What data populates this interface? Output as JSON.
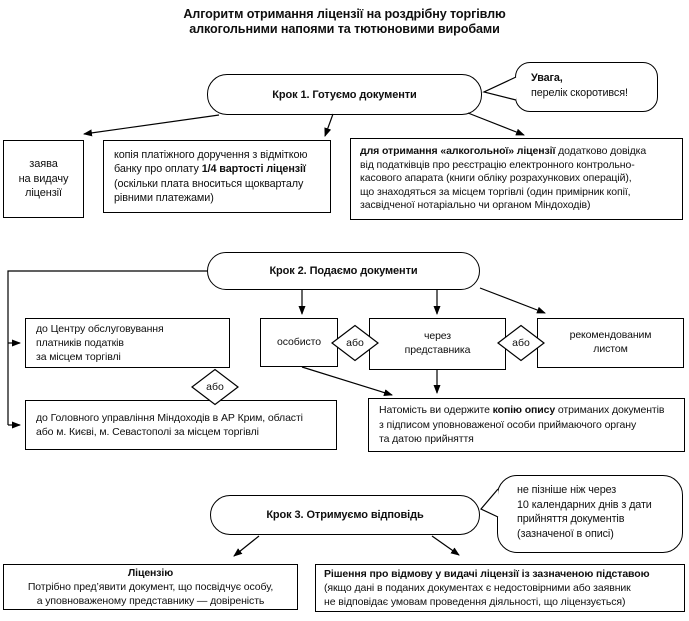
{
  "title": {
    "line1": "Алгоритм отримання ліцензії на роздрібну торгівлю",
    "line2": "алкогольними напоями та тютюновими виробами"
  },
  "step1": {
    "label": "Крок 1. Готуємо документи",
    "note": {
      "bold": "Увага,",
      "rest": "перелік скоротився!"
    },
    "application_box": "заява\nна видачу\nліцензії",
    "payment_box": {
      "pre": "копія платіжного доручення з відміткою\nбанку про оплату ",
      "bold": "1/4 вартості ліцензії",
      "post": "\n(оскільки плата вноситься щокварталу\nрівними платежами)"
    },
    "alcohol_box": {
      "bold": "для отримання «алкогольної» ліцензії",
      "post": " додатково довідка\nвід податківців про реєстрацію електронного контрольно-\nкасового апарата (книги обліку розрахункових операцій),\nщо знаходяться за місцем торгівлі (один примірник копії,\nзасвідченої нотаріально чи органом Міндоходів)"
    }
  },
  "step2": {
    "label": "Крок 2. Подаємо документи",
    "center_box": "до Центру обслуговування\nплатників податків\nза місцем торгівлі",
    "or1": "або",
    "main_office_box": "до Головного управління Міндоходів в АР Крим, області\nабо м. Києві, м. Севастополі за місцем торгівлі",
    "in_person_box": "особисто",
    "or2": "або",
    "representative_box": "через\nпредставника",
    "or3": "або",
    "mail_box": "рекомендованим\nлистом",
    "receipt_box": {
      "pre": "Натомість ви одержите ",
      "bold": "копію опису",
      "post": " отриманих документів\nз підписом уповноваженої особи приймаючого органу\nта датою прийняття"
    }
  },
  "step3": {
    "label": "Крок 3. Отримуємо відповідь",
    "note": "не пізніше ніж через\n10 календарних днів з дати\nприйняття документів\n(зазначеної в описі)",
    "license_box": {
      "bold": "Ліцензію",
      "rest": "Потрібно пред’явити документ, що посвідчує особу,\nа уповноваженому представнику — довіреність"
    },
    "refusal_box": {
      "bold": "Рішення про відмову у видачі ліцензії із зазначеною підставою",
      "rest": "(якщо дані в поданих документах є недостовірними або заявник\nне відповідає умовам проведення діяльності, що ліцензується)"
    }
  },
  "colors": {
    "line": "#000000",
    "text": "#0f0f0f",
    "background": "#ffffff"
  }
}
